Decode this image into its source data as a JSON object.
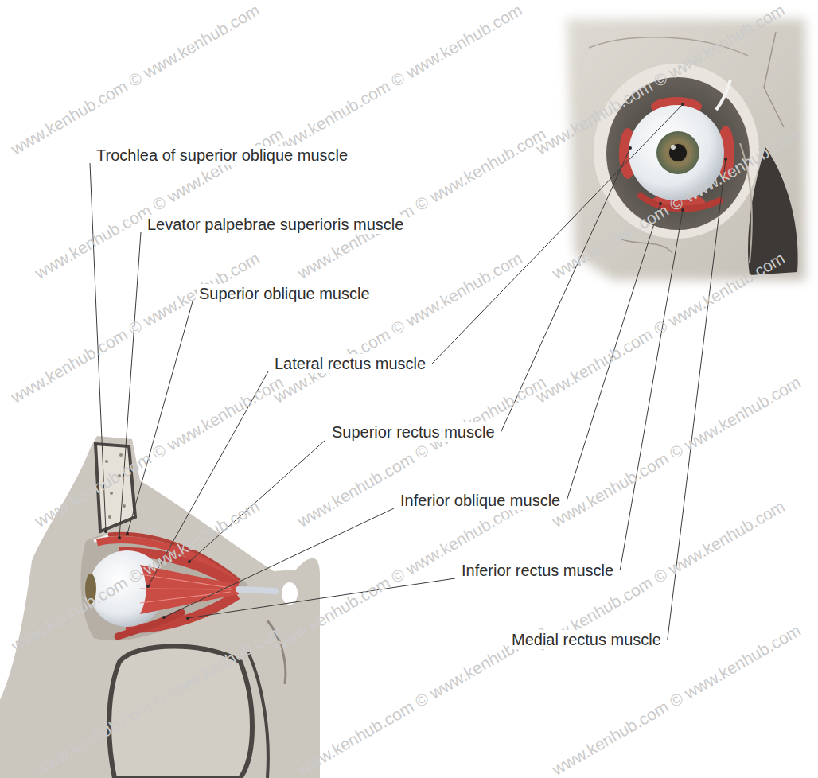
{
  "diagram": {
    "labels": [
      "Trochlea of superior oblique muscle",
      "Levator palpebrae superioris muscle",
      "Superior oblique muscle",
      "Lateral rectus muscle",
      "Superior rectus muscle",
      "Inferior oblique muscle",
      "Inferior rectus muscle",
      "Medial rectus muscle",
      "www.kenhub.com © www.kenhub.com",
      "www.kenhub.com © www.kenhub.com",
      "www.kenhub.com © www.kenhub.com",
      "www.kenhub.com © www.kenhub.com",
      "www.kenhub.com © www.kenhub.com",
      "www.kenhub.com © www.kenhub.com",
      "www.kenhub.com © www.kenhub.com",
      "www.kenhub.com © www.kenhub.com",
      "www.kenhub.com © www.kenhub.com",
      "www.kenhub.com © www.kenhub.com",
      "www.kenhub.com © www.kenhub.com",
      "www.kenhub.com © www.kenhub.com",
      "www.kenhub.com © www.kenhub.com",
      "www.kenhub.com © www.kenhub.com",
      "www.kenhub.com © www.kenhub.com",
      "www.kenhub.com © www.kenhub.com",
      "www.kenhub.com © www.kenhub.com",
      "www.kenhub.com © www.kenhub.com"
    ]
  }
}
